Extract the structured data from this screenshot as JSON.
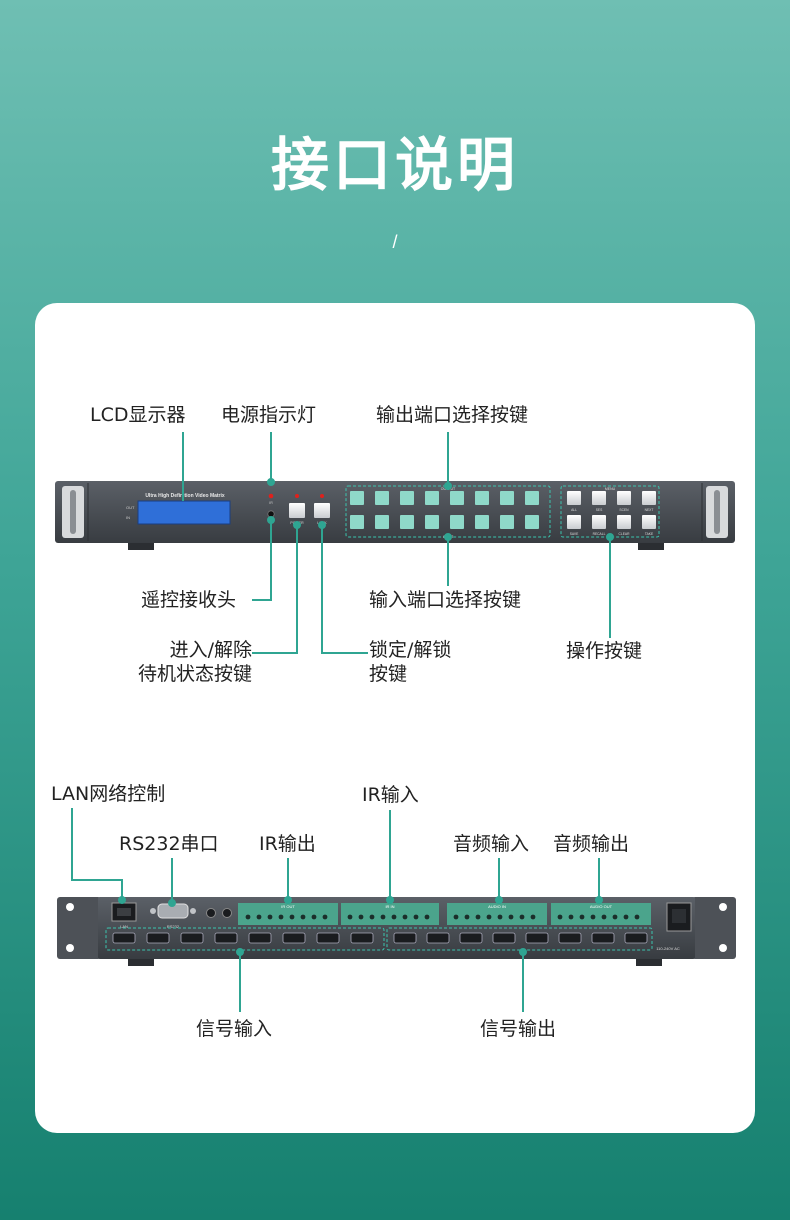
{
  "header": {
    "title": "接口说明",
    "subtitle": "/"
  },
  "front_panel": {
    "model_text": "Ultra High Definition Video Matrix",
    "output_group": "OUTPUT",
    "input_group": "INPUT",
    "menu_group": "MENU",
    "lcd_out": "OUT",
    "lcd_in": "IN",
    "ir_text": "IR",
    "power_text": "POWER",
    "lock_text": "LOCK",
    "menu_buttons": [
      "ALL",
      "SES",
      "SCEN",
      "NEXT",
      "SAVE",
      "RECALL",
      "CLEAR",
      "TAKE"
    ],
    "labels": {
      "lcd": "LCD显示器",
      "power_led": "电源指示灯",
      "output_select": "输出端口选择按键",
      "ir_receiver": "遥控接收头",
      "input_select": "输入端口选择按键",
      "standby_1": "进入/解除",
      "standby_2": "待机状态按键",
      "lock_1": "锁定/解锁",
      "lock_2": "按键",
      "operation": "操作按键"
    }
  },
  "rear_panel": {
    "lan_text": "LAN",
    "rs232_text": "RS232",
    "ir_in_text": "IR IN",
    "ir_out_text": "IR OUT",
    "audio_in_text": "AUDIO IN",
    "audio_out_text": "AUDIO OUT",
    "power_spec": "110-240V AC",
    "labels": {
      "lan": "LAN网络控制",
      "ir_in": "IR输入",
      "rs232": "RS232串口",
      "ir_out": "IR输出",
      "audio_in": "音频输入",
      "audio_out": "音频输出",
      "signal_in": "信号输入",
      "signal_out": "信号输出"
    }
  },
  "colors": {
    "accent": "#2fa592",
    "panel": "#4a4f55",
    "label_text": "#222222"
  }
}
